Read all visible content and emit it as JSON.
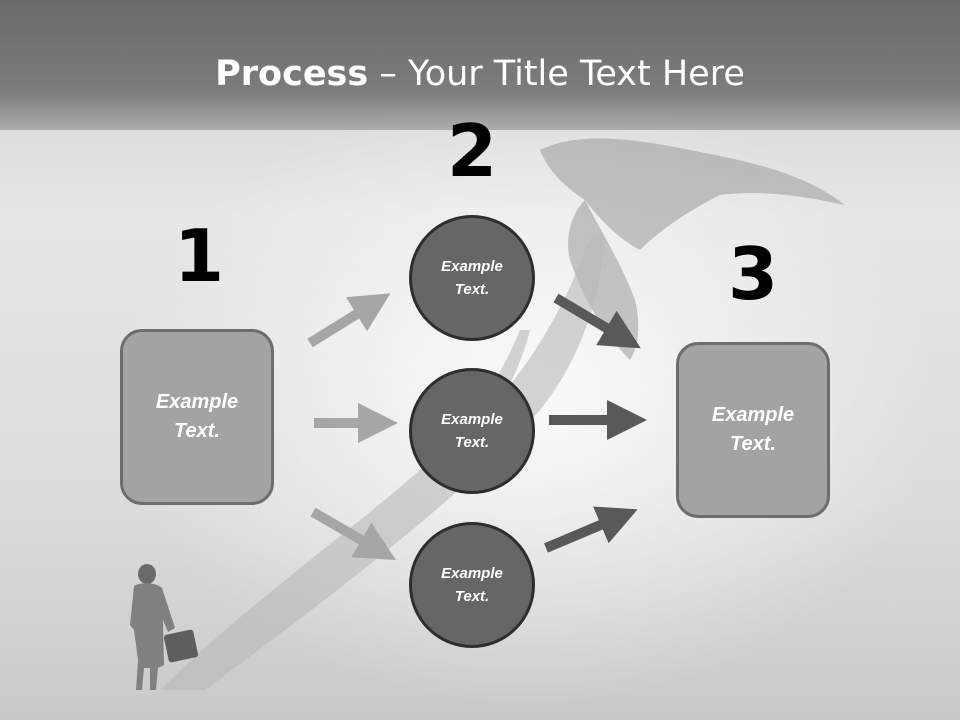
{
  "slide": {
    "title_bold": "Process",
    "title_rest": " – Your Title Text Here",
    "steps": [
      "1",
      "2",
      "3"
    ],
    "left_box": "Example\nText.",
    "right_box": "Example\nText.",
    "circles": [
      "Example\nText.",
      "Example\nText.",
      "Example\nText."
    ]
  },
  "colors": {
    "title_band": "#757575",
    "box_fill": "#a3a3a3",
    "circle_fill": "#666666",
    "arrow_light": "#a6a6a6",
    "arrow_dark": "#595959"
  }
}
